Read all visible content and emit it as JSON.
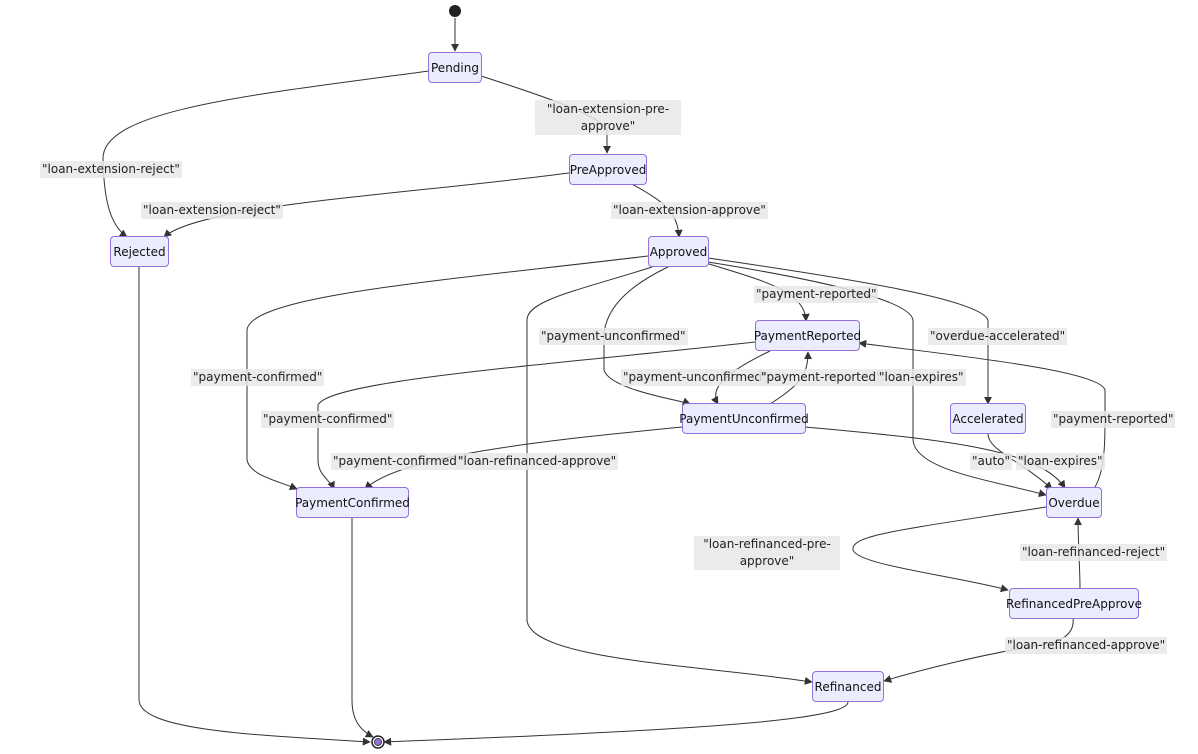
{
  "states": {
    "pending": "Pending",
    "preapproved": "PreApproved",
    "rejected": "Rejected",
    "approved": "Approved",
    "payment_reported": "PaymentReported",
    "payment_unconfirmed": "PaymentUnconfirmed",
    "accelerated": "Accelerated",
    "payment_confirmed": "PaymentConfirmed",
    "overdue": "Overdue",
    "refinanced_preapprove": "RefinancedPreApprove",
    "refinanced": "Refinanced"
  },
  "transitions": {
    "pending_rejected": "\"loan-extension-reject\"",
    "pending_preapproved": "\"loan-extension-pre-approve\"",
    "preapproved_rejected": "\"loan-extension-reject\"",
    "preapproved_approved": "\"loan-extension-approve\"",
    "approved_payment_reported": "\"payment-reported\"",
    "approved_payment_unconfirmed": "\"payment-unconfirmed\"",
    "approved_overdue_accelerated": "\"overdue-accelerated\"",
    "approved_payment_confirmed": "\"payment-confirmed\"",
    "approved_loan_expires": "\"loan-expires\"",
    "reported_unconfirmed": "\"payment-unconfirmed\"",
    "unconfirmed_reported": "\"payment-reported\"",
    "reported_confirmed": "\"payment-confirmed\"",
    "overdue_reported": "\"payment-reported\"",
    "unconfirmed_confirmed": "\"payment-confirmed\"",
    "approved_refinanced": "\"loan-refinanced-approve\"",
    "accelerated_auto": "\"auto\"",
    "unconfirmed_expires": "\"loan-expires\"",
    "overdue_refi_preapprove": "\"loan-refinanced-pre-approve\"",
    "refi_reject": "\"loan-refinanced-reject\"",
    "refi_approve": "\"loan-refinanced-approve\""
  }
}
